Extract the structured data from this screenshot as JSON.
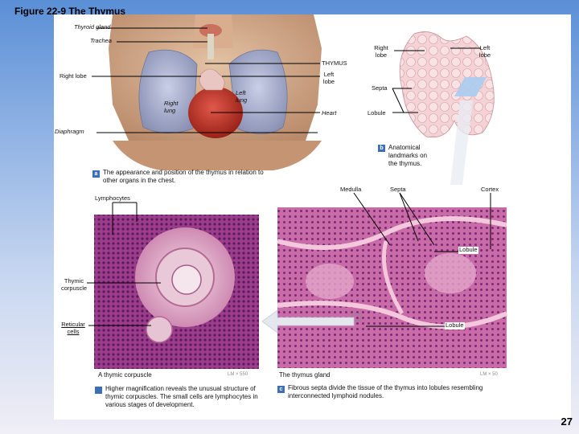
{
  "figure_title": "Figure 22-9 The Thymus",
  "page_number": "27",
  "panel_a": {
    "badge": "a",
    "caption": "The appearance and position of the thymus in relation to other organs in the chest.",
    "labels": {
      "thyroid_gland": "Thyroid gland",
      "trachea": "Trachea",
      "thymus": "THYMUS",
      "right_lobe": "Right lobe",
      "left_lobe_line1": "Left",
      "left_lobe_line2": "lobe",
      "right_lung_line1": "Right",
      "right_lung_line2": "lung",
      "left_lung_line1": "Left",
      "left_lung_line2": "lung",
      "heart": "Heart",
      "diaphragm": "Diaphragm"
    }
  },
  "panel_b": {
    "badge": "b",
    "caption_line1": "Anatomical",
    "caption_line2": "landmarks on",
    "caption_line3": "the thymus.",
    "labels": {
      "right_lobe_line1": "Right",
      "right_lobe_line2": "lobe",
      "left_lobe_line1": "Left",
      "left_lobe_line2": "lobe",
      "septa": "Septa",
      "lobule": "Lobule"
    }
  },
  "panel_c": {
    "badge": "c",
    "labels": {
      "medulla": "Medulla",
      "septa": "Septa",
      "cortex": "Cortex",
      "lobule_upper": "Lobule",
      "lobule_lower": "Lobule"
    },
    "image_title": "The thymus gland",
    "magnification": "LM × 50",
    "caption": "Fibrous septa divide the tissue of the thymus into lobules resembling interconnected lymphoid nodules."
  },
  "panel_d": {
    "labels": {
      "lymphocytes": "Lymphocytes",
      "thymic_corpuscle_line1": "Thymic",
      "thymic_corpuscle_line2": "corpuscle",
      "reticular_cells_line1": "Reticular",
      "reticular_cells_line2": "cells"
    },
    "image_title": "A thymic corpuscle",
    "magnification": "LM × 550",
    "caption": "Higher magnification reveals the unusual structure of thymic corpuscles. The small cells are lymphocytes in various stages of development."
  }
}
